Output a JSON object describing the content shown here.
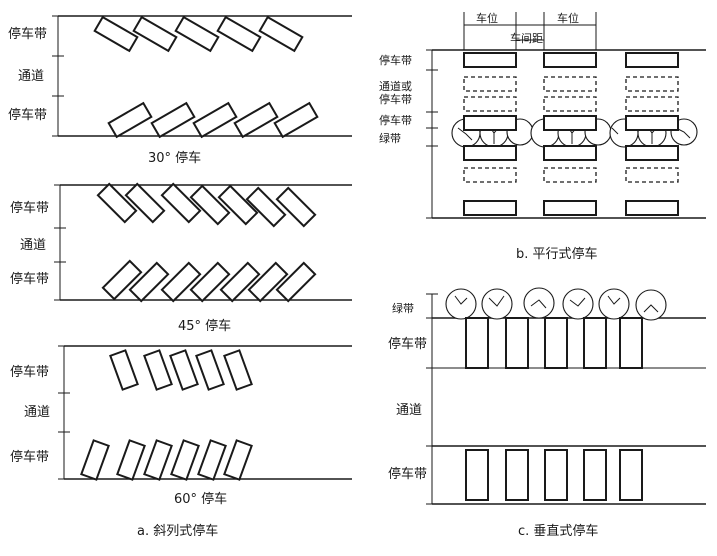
{
  "labels": {
    "parking_band": "停车带",
    "aisle": "通道",
    "aisle_or_band": [
      "通道或",
      "停车带"
    ],
    "green_band": "绿带",
    "car_space": "车位",
    "car_spacing": "车间距"
  },
  "captions": {
    "deg30": "30° 停车",
    "deg45": "45° 停车",
    "deg60": "60° 停车",
    "oblique": "a. 斜列式停车",
    "parallel": "b. 平行式停车",
    "perpendicular": "c. 垂直式停车"
  }
}
